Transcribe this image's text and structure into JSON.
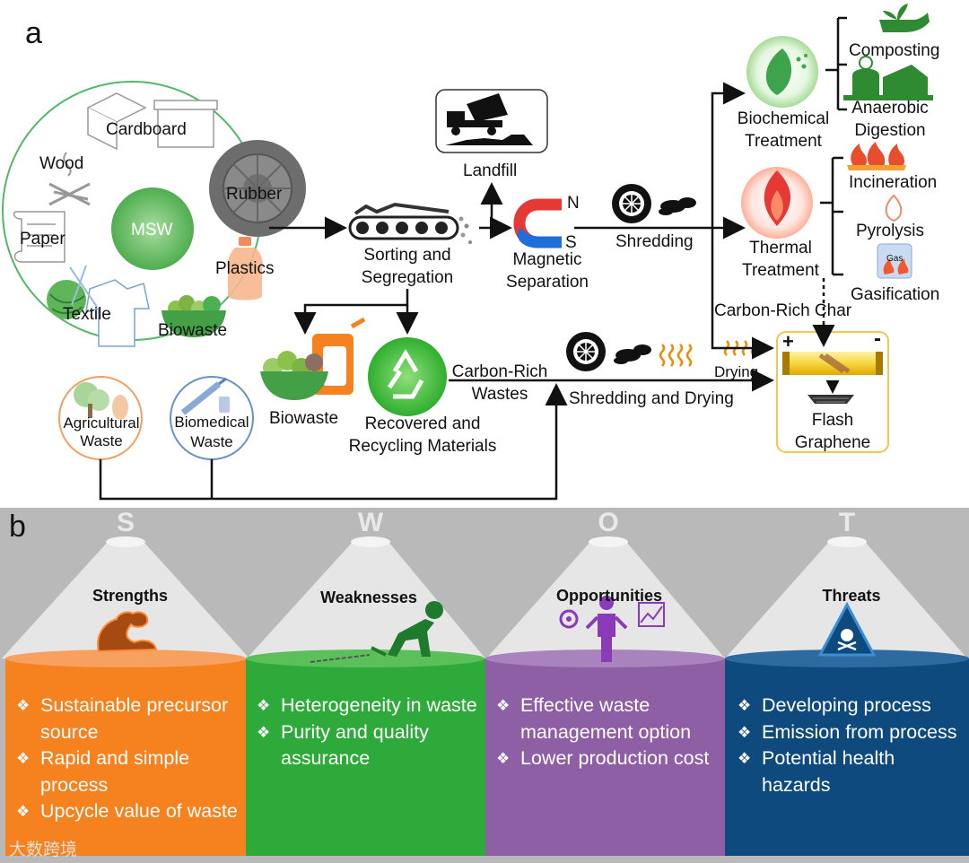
{
  "panel_a": {
    "label": "a",
    "msw_circle": {
      "center": "MSW",
      "items": [
        "Cardboard",
        "Wood",
        "Rubber",
        "Paper",
        "Plastics",
        "Textile",
        "Biowaste"
      ]
    },
    "agricultural_waste": "Agricultural Waste",
    "biomedical_waste": "Biomedical Waste",
    "sorting": [
      "Sorting and",
      "Segregation"
    ],
    "landfill": "Landfill",
    "magnetic": [
      "Magnetic",
      "Separation"
    ],
    "magnet_n": "N",
    "magnet_s": "S",
    "shredding": "Shredding",
    "biochemical": [
      "Biochemical",
      "Treatment"
    ],
    "composting": "Composting",
    "anaerobic": [
      "Anaerobic",
      "Digestion"
    ],
    "thermal": [
      "Thermal",
      "Treatment"
    ],
    "incineration": "Incineration",
    "pyrolysis": "Pyrolysis",
    "gasification": "Gasification",
    "gas_tag": "Gas",
    "carbon_rich_char": "Carbon-Rich Char",
    "drying": "Drying",
    "biowaste": "Biowaste",
    "recovered": [
      "Recovered and",
      "Recycling Materials"
    ],
    "carbon_rich_wastes": [
      "Carbon-Rich",
      "Wastes"
    ],
    "shredding_drying": "Shredding and Drying",
    "flash_graphene": [
      "Flash",
      "Graphene"
    ],
    "plus": "+",
    "minus": "-"
  },
  "panel_b": {
    "label": "b",
    "swot": [
      {
        "letter": "S",
        "title": "Strengths",
        "color": "#f5821f",
        "items": [
          "Sustainable precursor source",
          "Rapid and simple process",
          "Upcycle value of waste"
        ]
      },
      {
        "letter": "W",
        "title": "Weaknesses",
        "color": "#2eaa3a",
        "items": [
          "Heterogeneity in waste",
          "Purity and quality assurance"
        ]
      },
      {
        "letter": "O",
        "title": "Opportunities",
        "color": "#8f5fa5",
        "items": [
          "Effective waste management option",
          "Lower production cost"
        ]
      },
      {
        "letter": "T",
        "title": "Threats",
        "color": "#0e4a7d",
        "items": [
          "Developing process",
          "Emission from process",
          "Potential health hazards"
        ]
      }
    ]
  },
  "watermark": "大数跨境",
  "colors": {
    "msw_circle": "#52b76a",
    "msw_core": "#6cc16b",
    "agri_border": "#f0a060",
    "bio_border": "#6a8fc8",
    "graphene_border": "#f2c94c",
    "header_gray": "#b9b9b9"
  },
  "icons": [
    "cardboard-box-icon",
    "wood-icon",
    "tire-icon",
    "paper-scroll-icon",
    "plastic-bottle-icon",
    "yarn-shirt-icon",
    "biowaste-bowl-icon",
    "dump-truck-icon",
    "magnet-icon",
    "conveyor-icon",
    "shredder-wheel-icon",
    "leaf-drop-icon",
    "flame-icon",
    "recycle-icon",
    "flexed-arm-icon",
    "chained-man-icon",
    "opportunity-person-icon",
    "hazard-warning-icon"
  ]
}
